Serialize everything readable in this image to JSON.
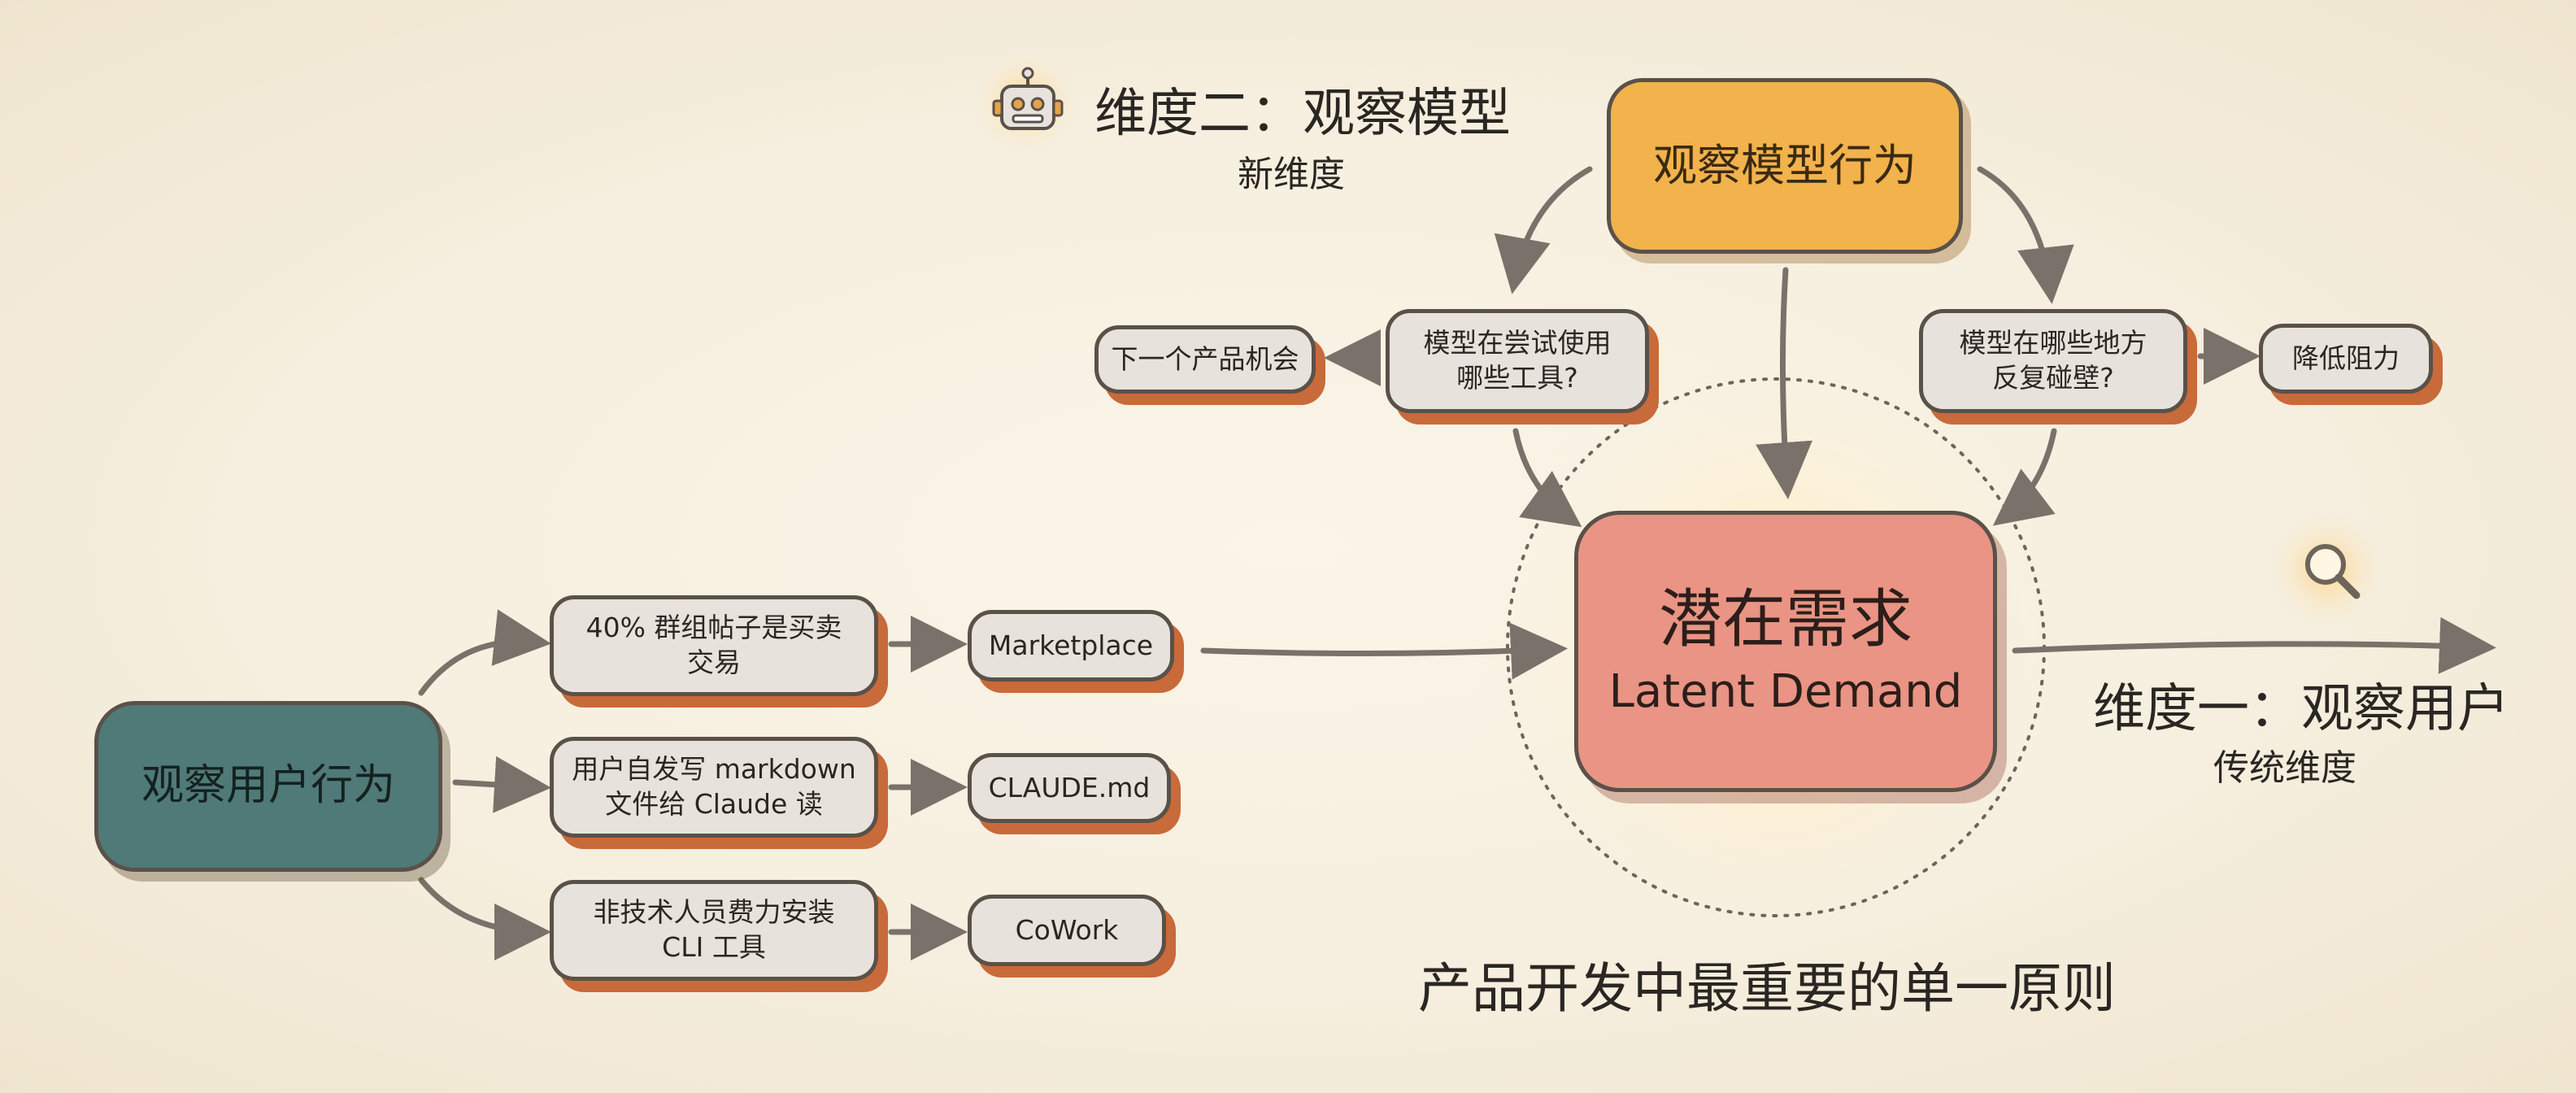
{
  "dimension_two": {
    "title": "维度二：观察模型",
    "subtitle": "新维度"
  },
  "dimension_one": {
    "title": "维度一：观察用户",
    "subtitle": "传统维度"
  },
  "model_behavior": "观察模型行为",
  "user_behavior": "观察用户行为",
  "center": {
    "zh": "潜在需求",
    "en": "Latent Demand"
  },
  "principle": "产品开发中最重要的单一原则",
  "model_branches": {
    "left_question": "模型在尝试使用\n哪些工具?",
    "left_outcome": "下一个产品机会",
    "right_question": "模型在哪些地方\n反复碰壁?",
    "right_outcome": "降低阻力"
  },
  "user_branches": [
    {
      "observation": "40% 群组帖子是买卖\n交易",
      "product": "Marketplace"
    },
    {
      "observation": "用户自发写 markdown\n文件给 Claude 读",
      "product": "CLAUDE.md"
    },
    {
      "observation": "非技术人员费力安装\nCLI 工具",
      "product": "CoWork"
    }
  ],
  "icons": {
    "robot": "robot-icon",
    "search": "magnifier-icon"
  },
  "colors": {
    "background": "#f6efdf",
    "model_node": "#f2b24c",
    "user_node": "#4f7a78",
    "center_node": "#e99484",
    "small_node": "#e7e3dc",
    "shadow_accent": "#c86a3a",
    "arrow": "#7a726a"
  }
}
